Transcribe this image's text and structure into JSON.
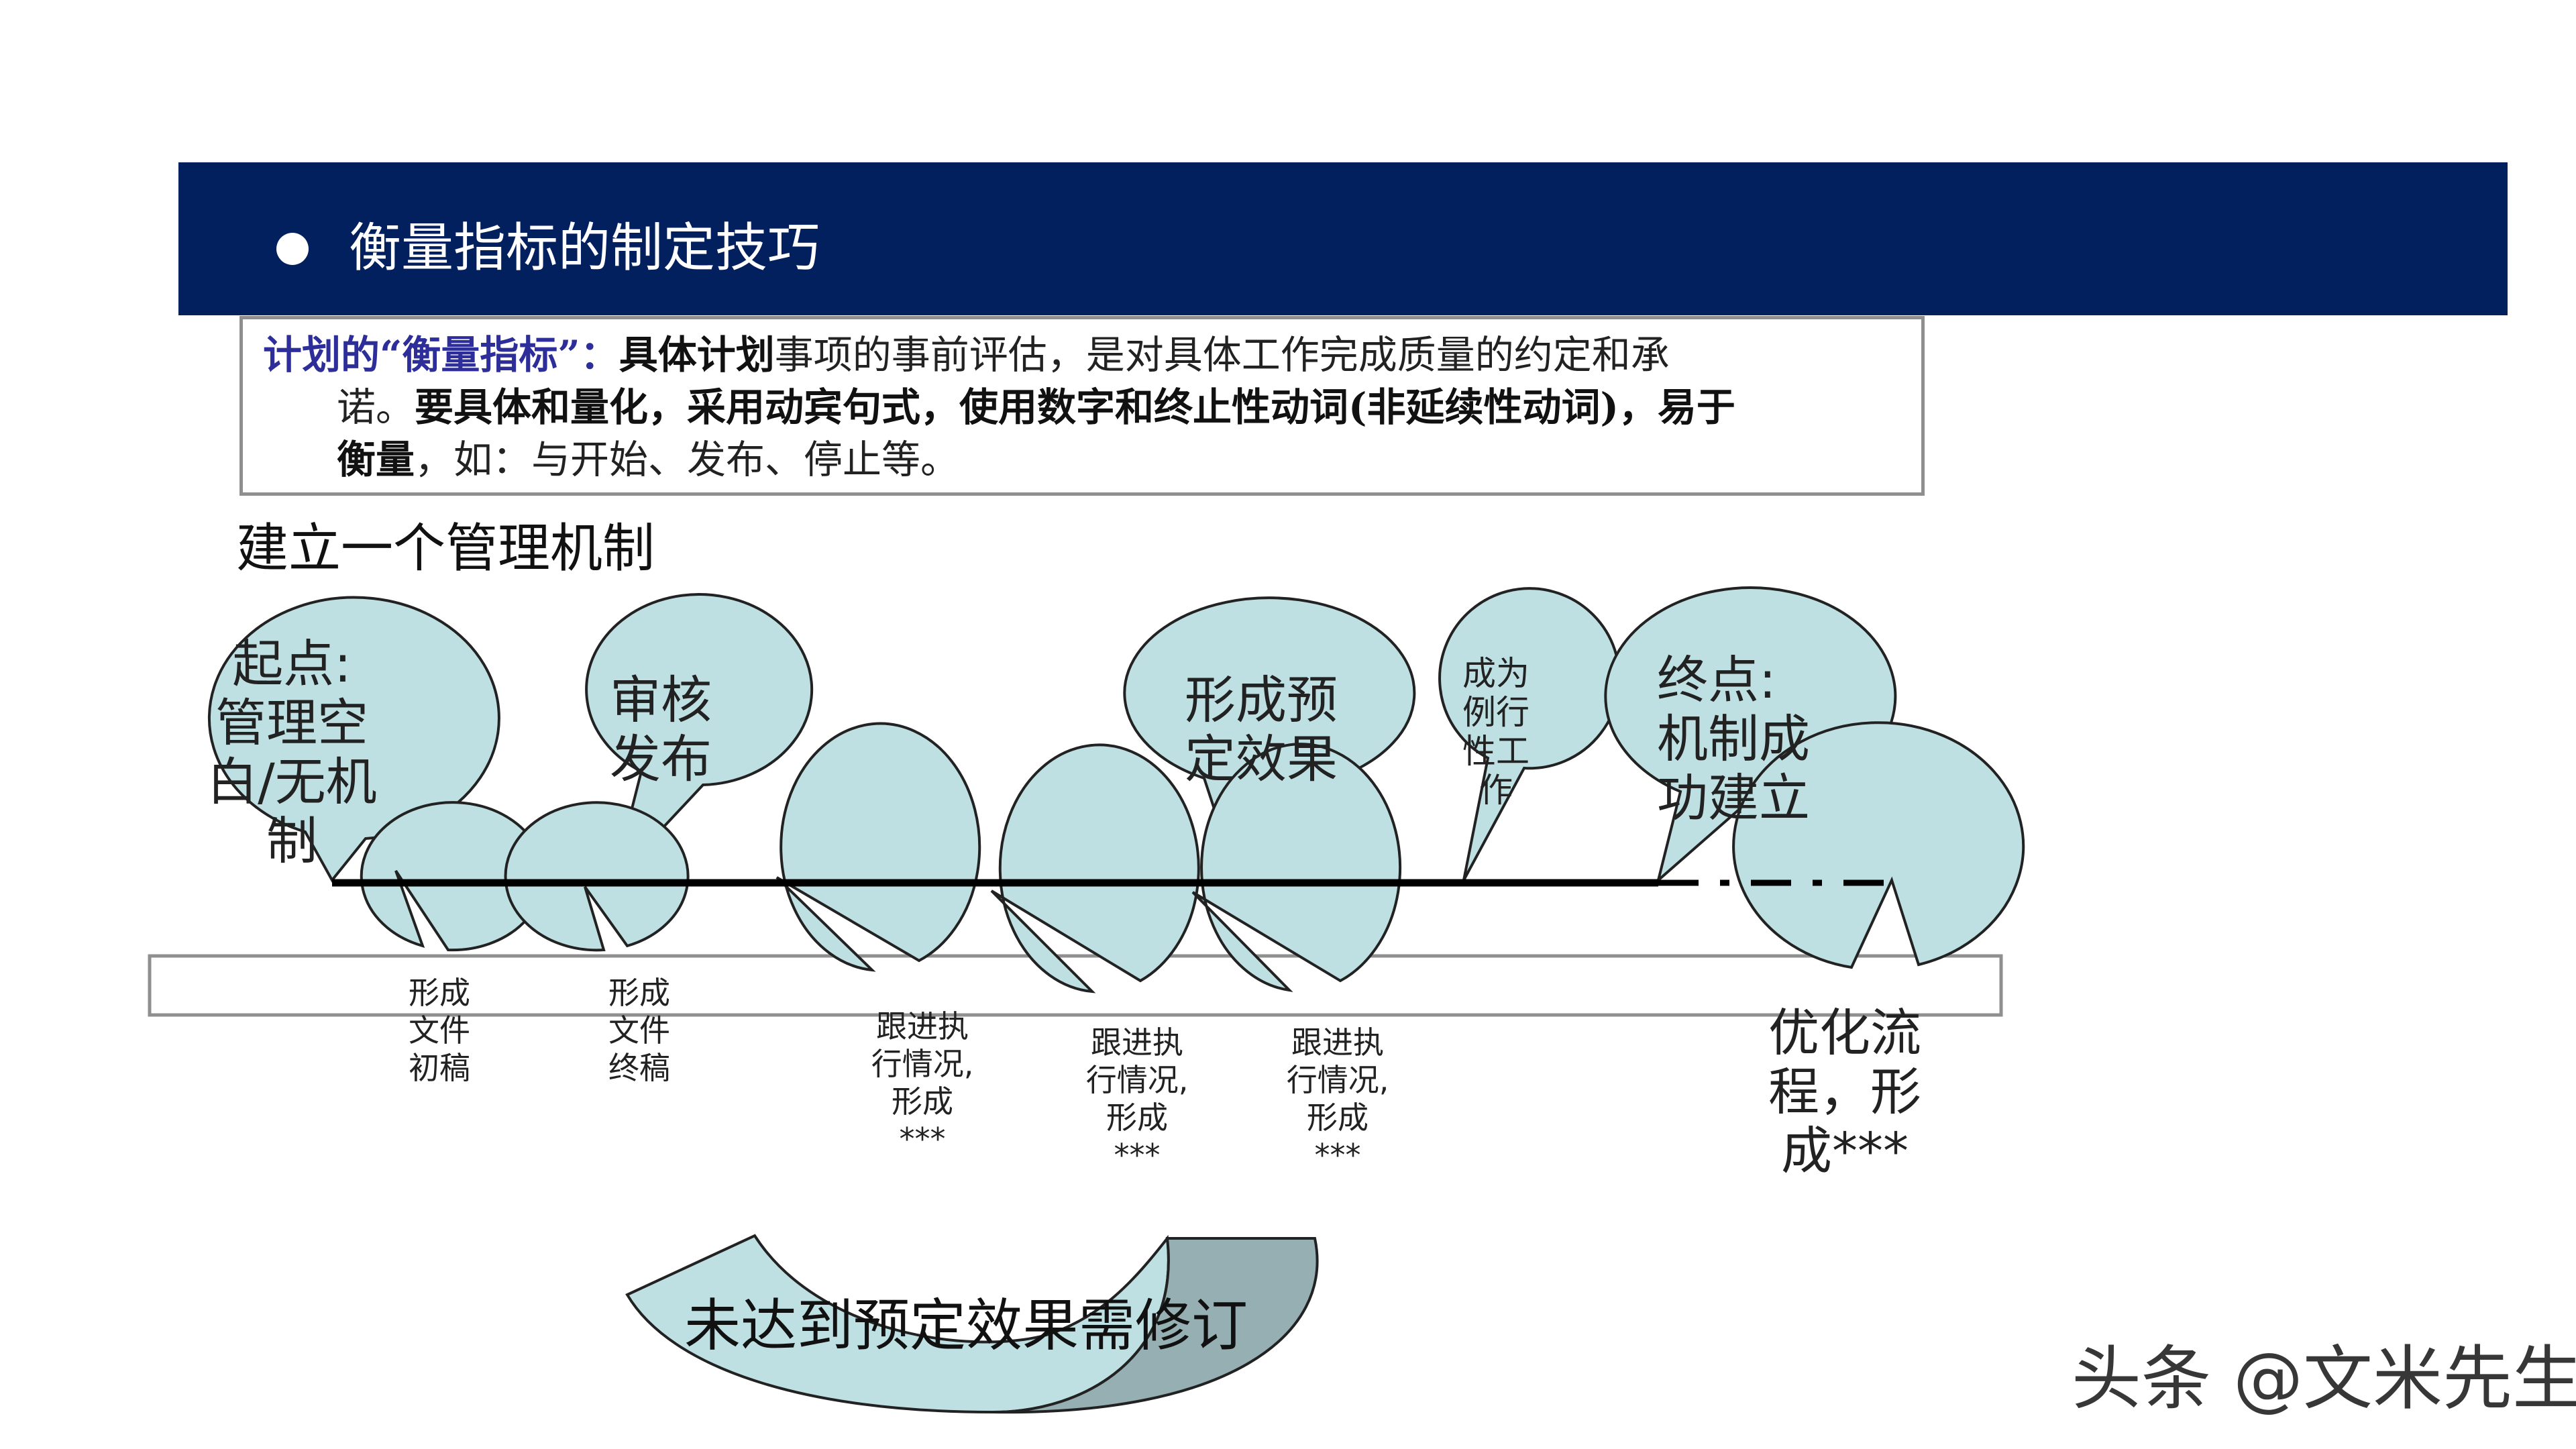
{
  "banner": {
    "title": "衡量指标的制定技巧"
  },
  "definition": {
    "label": "计划的“衡量指标”：",
    "bold1": "具体计划",
    "text1": "事项的事前评估，是对具体工作完成质量的约定和承",
    "text2": "诺。",
    "bold2": "要具体和量化，采用动宾句式，使用数字和终止性动词(非延续性动词)，易于",
    "bold3": "衡量",
    "text3": "，如：与开始、发布、停止等。"
  },
  "subtitle": "建立一个管理机制",
  "upper_nodes": {
    "start": [
      "起点:",
      "管理空",
      "白/无机",
      "制"
    ],
    "review": [
      "审核",
      "发布"
    ],
    "effect": [
      "形成预",
      "定效果"
    ],
    "routine": [
      "成为",
      "例行",
      "性工",
      "作"
    ],
    "end": [
      "终点:",
      "机制成",
      "功建立"
    ]
  },
  "lower_nodes": {
    "draft": [
      "形成",
      "文件",
      "初稿"
    ],
    "final": [
      "形成",
      "文件",
      "终稿"
    ],
    "track1": [
      "跟进执",
      "行情况,",
      "形成",
      "***"
    ],
    "track2": [
      "跟进执",
      "行情况,",
      "形成",
      "***"
    ],
    "track3": [
      "跟进执",
      "行情况,",
      "形成",
      "***"
    ],
    "optimize": [
      "优化流",
      "程，形",
      "成***"
    ]
  },
  "feedback": {
    "label": "未达到预定效果需修订"
  },
  "watermark": "头条 @文米先生",
  "colors": {
    "banner": "#02205E",
    "bubble_fill": "#BFE0E3",
    "arrow_dark": "#95AFB3"
  }
}
